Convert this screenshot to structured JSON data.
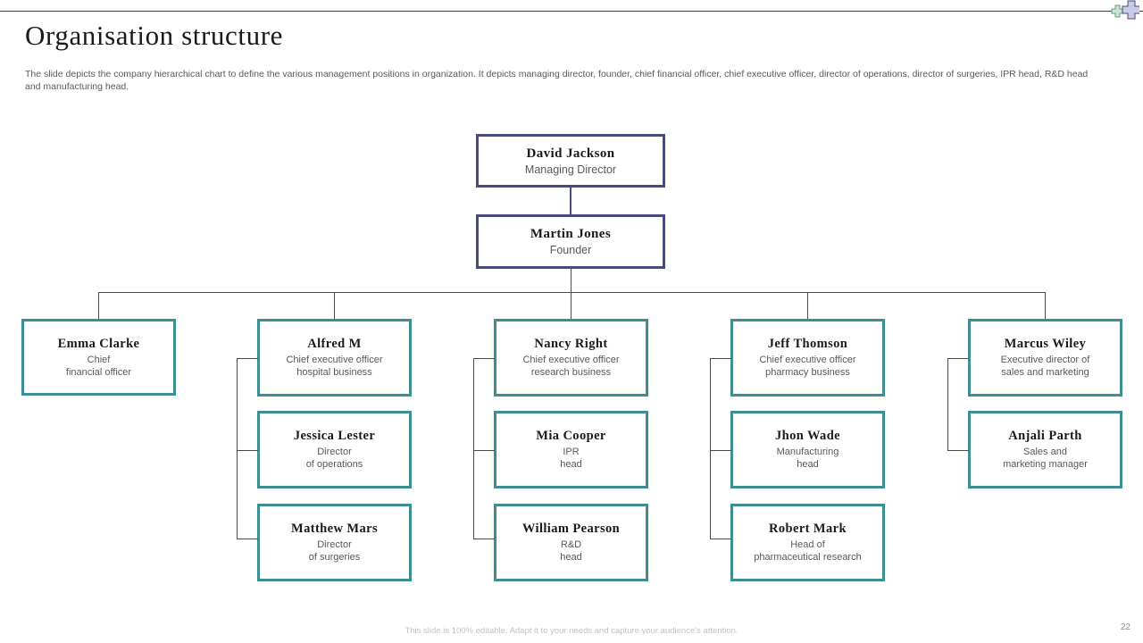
{
  "header": {
    "title": "Organisation structure",
    "description": "The slide depicts the company hierarchical chart to define the various management positions in organization. It depicts managing director, founder, chief financial officer, chief executive officer,  director of operations, director of surgeries, IPR head, R&D head and manufacturing head.",
    "logo_name": "medical-cross-logo"
  },
  "footer": {
    "note": "This slide is 100% editable. Adapt it to your needs and capture your audience's attention.",
    "page_number": "22"
  },
  "colors": {
    "executive_border": "#4a4a7d",
    "unit_border": "#3d8f93",
    "connector": "#4b4b4b",
    "name_text": "#1a1a1a",
    "role_text": "#595959",
    "footer_text": "#c2c2c2"
  },
  "chart_data": {
    "type": "diagram",
    "title": "Organisation structure",
    "nodes": [
      {
        "id": "md",
        "name": "David Jackson",
        "role": "Managing Director",
        "level": "executive"
      },
      {
        "id": "fnd",
        "name": "Martin Jones",
        "role": "Founder",
        "level": "executive"
      },
      {
        "id": "c1h",
        "name": "Emma  Clarke",
        "role": "Chief\nfinancial officer",
        "level": "unit",
        "column": 1,
        "row": 1
      },
      {
        "id": "c2h",
        "name": "Alfred  M",
        "role": "Chief executive officer\nhospital business",
        "level": "unit",
        "column": 2,
        "row": 1
      },
      {
        "id": "c2a",
        "name": "Jessica Lester",
        "role": "Director\nof operations",
        "level": "unit",
        "column": 2,
        "row": 2
      },
      {
        "id": "c2b",
        "name": "Matthew Mars",
        "role": "Director\nof surgeries",
        "level": "unit",
        "column": 2,
        "row": 3
      },
      {
        "id": "c3h",
        "name": "Nancy Right",
        "role": "Chief executive officer\nresearch business",
        "level": "unit",
        "column": 3,
        "row": 1
      },
      {
        "id": "c3a",
        "name": "Mia Cooper",
        "role": "IPR\nhead",
        "level": "unit",
        "column": 3,
        "row": 2
      },
      {
        "id": "c3b",
        "name": "William  Pearson",
        "role": "R&D\nhead",
        "level": "unit",
        "column": 3,
        "row": 3
      },
      {
        "id": "c4h",
        "name": "Jeff Thomson",
        "role": "Chief executive officer\npharmacy business",
        "level": "unit",
        "column": 4,
        "row": 1
      },
      {
        "id": "c4a",
        "name": "Jhon  Wade",
        "role": "Manufacturing\nhead",
        "level": "unit",
        "column": 4,
        "row": 2
      },
      {
        "id": "c4b",
        "name": "Robert Mark",
        "role": "Head of\npharmaceutical research",
        "level": "unit",
        "column": 4,
        "row": 3
      },
      {
        "id": "c5h",
        "name": "Marcus Wiley",
        "role": "Executive director of\nsales and marketing",
        "level": "unit",
        "column": 5,
        "row": 1
      },
      {
        "id": "c5a",
        "name": "Anjali  Parth",
        "role": "Sales and\nmarketing manager",
        "level": "unit",
        "column": 5,
        "row": 2
      }
    ],
    "edges": [
      {
        "from": "md",
        "to": "fnd"
      },
      {
        "from": "fnd",
        "to": "c1h"
      },
      {
        "from": "fnd",
        "to": "c2h"
      },
      {
        "from": "fnd",
        "to": "c3h"
      },
      {
        "from": "fnd",
        "to": "c4h"
      },
      {
        "from": "fnd",
        "to": "c5h"
      },
      {
        "from": "c2h",
        "to": "c2a"
      },
      {
        "from": "c2h",
        "to": "c2b"
      },
      {
        "from": "c3h",
        "to": "c3a"
      },
      {
        "from": "c3h",
        "to": "c3b"
      },
      {
        "from": "c4h",
        "to": "c4a"
      },
      {
        "from": "c4h",
        "to": "c4b"
      },
      {
        "from": "c5h",
        "to": "c5a"
      }
    ]
  }
}
